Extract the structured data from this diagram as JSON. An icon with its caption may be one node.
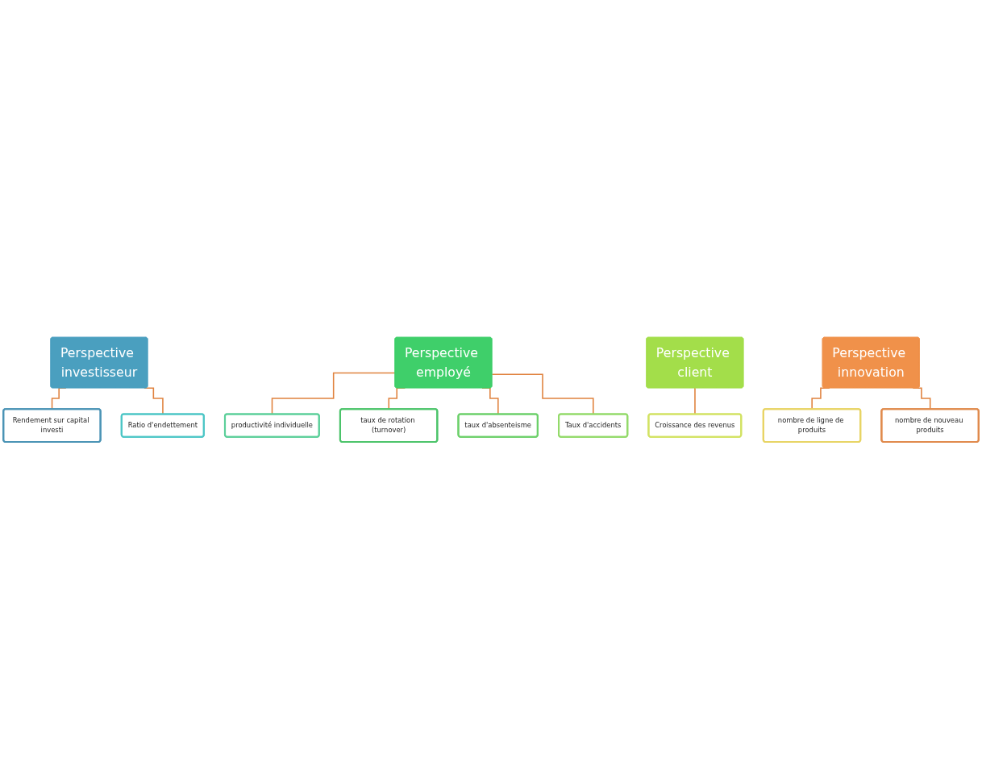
{
  "diagram": {
    "nodes": [
      {
        "text": [
          "Perspective investisseur"
        ]
      },
      {
        "text": [
          "Rendement sur capital investi"
        ]
      },
      {
        "text": [
          "Ratio d'endettement"
        ]
      },
      {
        "text": [
          "Perspective employé"
        ]
      },
      {
        "text": [
          "productivité individuelle"
        ]
      },
      {
        "text": [
          "taux de rotation (turnover)"
        ]
      },
      {
        "text": [
          "taux d'absenteisme"
        ]
      },
      {
        "text": [
          "Taux d'accidents"
        ]
      },
      {
        "text": [
          "Perspective client"
        ]
      },
      {
        "text": [
          "Croissance des revenus"
        ]
      },
      {
        "text": [
          "Perspective innovation"
        ]
      },
      {
        "text": [
          "nombre de ligne de produits"
        ]
      },
      {
        "text": [
          "nombre de nouveau produits"
        ]
      }
    ],
    "edges": [
      {
        "from": 0,
        "to": 1,
        "arrow": "none"
      },
      {
        "from": 0,
        "to": 2,
        "arrow": "none"
      },
      {
        "from": 3,
        "to": 4,
        "arrow": "none"
      },
      {
        "from": 3,
        "to": 5,
        "arrow": "none"
      },
      {
        "from": 3,
        "to": 6,
        "arrow": "none"
      },
      {
        "from": 3,
        "to": 7,
        "arrow": "none"
      },
      {
        "from": 8,
        "to": 9,
        "arrow": "none"
      },
      {
        "from": 10,
        "to": 11,
        "arrow": "none"
      },
      {
        "from": 10,
        "to": 12,
        "arrow": "none"
      }
    ]
  }
}
